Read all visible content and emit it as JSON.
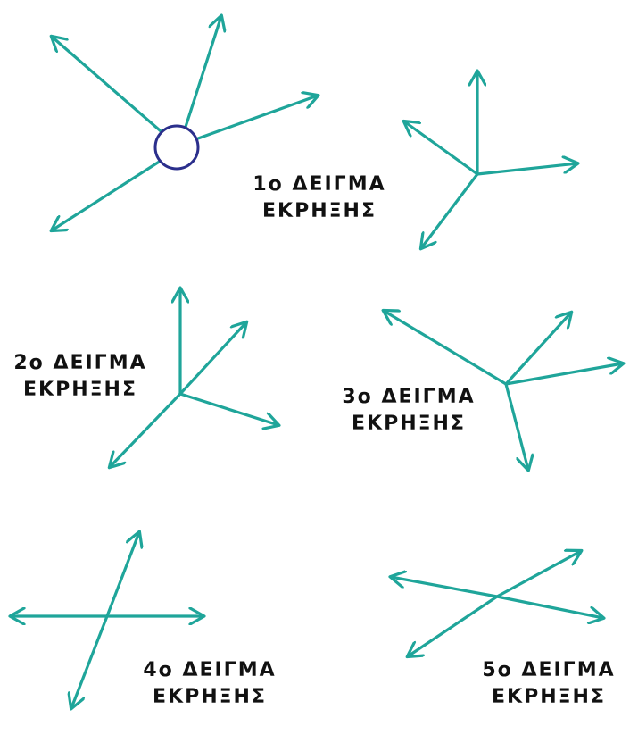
{
  "colors": {
    "arrow": "#1fa59a",
    "node_stroke": "#2b2f8c",
    "node_fill": "#ffffff",
    "text": "#111111"
  },
  "samples": [
    {
      "id": "sample-1",
      "title": "1ο ΔΕΙΓΜΑ",
      "subtitle": "ΕΚΡΗΞΗΣ",
      "has_center_node": true,
      "arrow_count": 4
    },
    {
      "id": "sample-1b",
      "title": "",
      "subtitle": "",
      "has_center_node": false,
      "arrow_count": 4
    },
    {
      "id": "sample-2",
      "title": "2ο ΔΕΙΓΜΑ",
      "subtitle": "ΕΚΡΗΞΗΣ",
      "has_center_node": false,
      "arrow_count": 4
    },
    {
      "id": "sample-3",
      "title": "3ο ΔΕΙΓΜΑ",
      "subtitle": "ΕΚΡΗΞΗΣ",
      "has_center_node": false,
      "arrow_count": 4
    },
    {
      "id": "sample-4",
      "title": "4ο ΔΕΙΓΜΑ",
      "subtitle": "ΕΚΡΗΞΗΣ",
      "has_center_node": false,
      "arrow_count": 4
    },
    {
      "id": "sample-5",
      "title": "5ο ΔΕΙΓΜΑ",
      "subtitle": "ΕΚΡΗΞΗΣ",
      "has_center_node": false,
      "arrow_count": 4
    }
  ]
}
